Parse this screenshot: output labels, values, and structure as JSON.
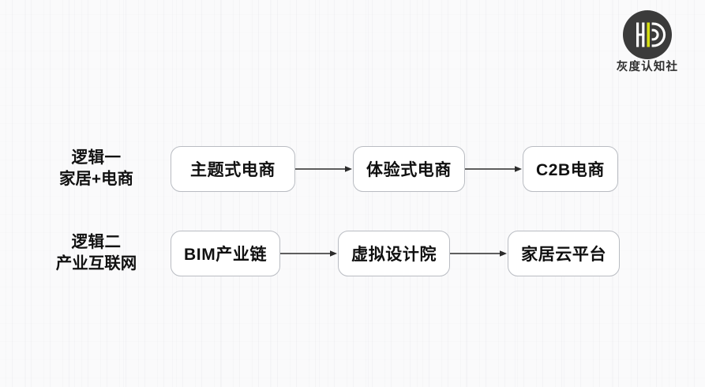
{
  "logo": {
    "name": "huidu-renzhishe-logo",
    "wordmark": "灰度认知社",
    "circle_color": "#3b3b3b",
    "accent_color": "#d6de12",
    "mark_color": "#ffffff"
  },
  "canvas": {
    "background_color": "#fafafb",
    "text_color": "#101010",
    "node_border_color": "#b9bcc2",
    "node_fill_color": "#ffffff",
    "arrow_color": "#2b2b2b"
  },
  "rows": [
    {
      "label_line1": "逻辑一",
      "label_line2": "家居+电商",
      "nodes": [
        {
          "label": "主题式电商"
        },
        {
          "label": "体验式电商"
        },
        {
          "label": "C2B电商"
        }
      ],
      "arrow_icon": "arrow-right-icon"
    },
    {
      "label_line1": "逻辑二",
      "label_line2": "产业互联网",
      "nodes": [
        {
          "label": "BIM产业链"
        },
        {
          "label": "虚拟设计院"
        },
        {
          "label": "家居云平台"
        }
      ],
      "arrow_icon": "arrow-right-icon"
    }
  ]
}
